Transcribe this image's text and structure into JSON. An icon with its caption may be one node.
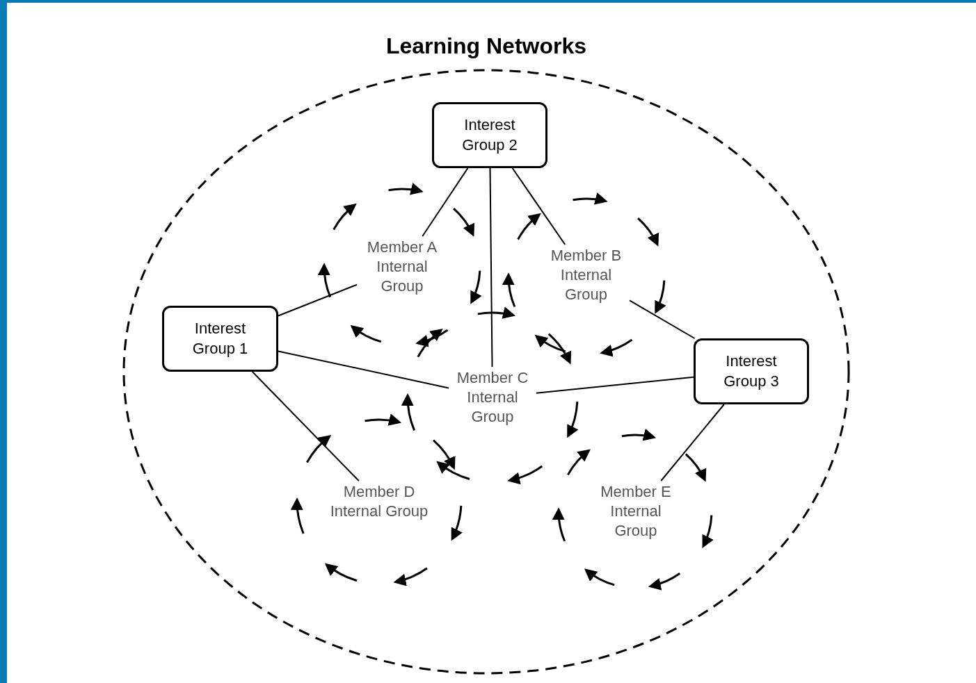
{
  "diagram": {
    "nodes": [
      {
        "text": [
          "Learning Networks"
        ]
      },
      {
        "text": [
          "Interest Group 2"
        ],
        "in": 0
      },
      {
        "text": [
          "Member A Internal Group"
        ],
        "in": 0
      },
      {
        "text": [
          "Member B Internal Group"
        ],
        "in": 0
      },
      {
        "text": [
          "Interest Group 1"
        ],
        "in": 0
      },
      {
        "text": [
          "Interest Group 3"
        ],
        "in": 0
      },
      {
        "text": [
          "Member C Internal Group"
        ],
        "in": 0
      },
      {
        "text": [
          "Member D Internal Group"
        ],
        "in": 0
      },
      {
        "text": [
          "Member E Internal Group"
        ],
        "in": 0
      }
    ],
    "edges": [
      {
        "from": 1,
        "to": 2,
        "arrow": "none"
      },
      {
        "from": 1,
        "to": 6,
        "arrow": "none"
      },
      {
        "from": 1,
        "to": 3,
        "arrow": "none"
      },
      {
        "from": 4,
        "to": 2,
        "arrow": "none"
      },
      {
        "from": 4,
        "to": 6,
        "arrow": "none"
      },
      {
        "from": 4,
        "to": 7,
        "arrow": "none"
      },
      {
        "from": 5,
        "to": 3,
        "arrow": "none"
      },
      {
        "from": 5,
        "to": 6,
        "arrow": "none"
      },
      {
        "from": 5,
        "to": 8,
        "arrow": "none"
      }
    ]
  }
}
